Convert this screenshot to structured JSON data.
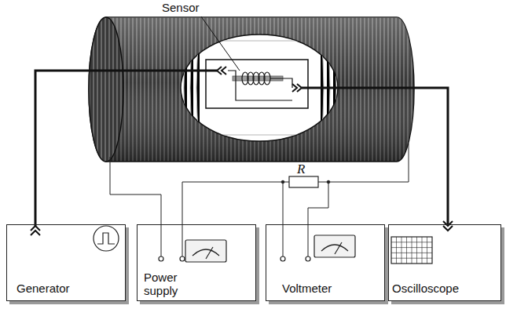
{
  "diagram": {
    "nodes": [
      {
        "text": [
          "Generator"
        ]
      },
      {
        "text": [
          "Power supply"
        ]
      },
      {
        "text": [
          "Voltmeter"
        ]
      },
      {
        "text": [
          "Oscilloscope"
        ]
      }
    ],
    "labels": [
      "Sensor",
      "R"
    ]
  }
}
